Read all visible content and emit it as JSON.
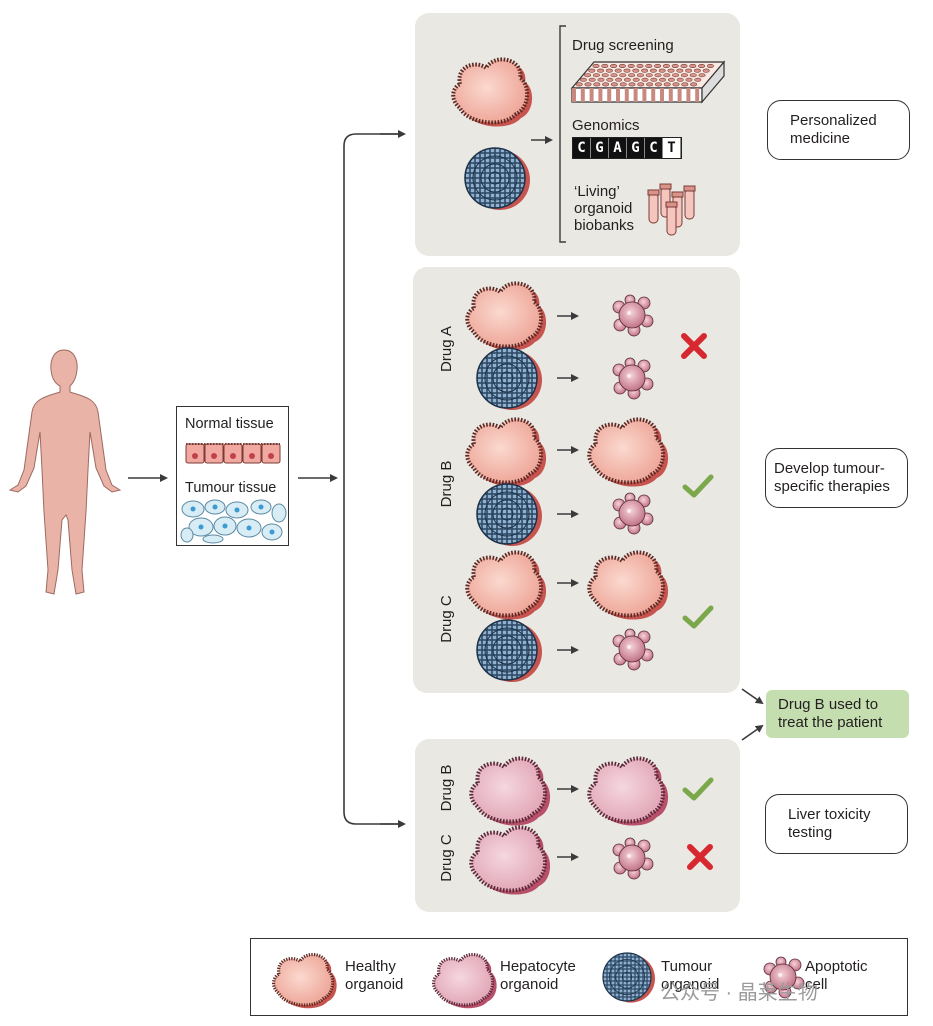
{
  "tissue": {
    "normal": "Normal tissue",
    "tumour": "Tumour tissue"
  },
  "top_panel": {
    "drug_screening": "Drug screening",
    "genomics": "Genomics",
    "sequence": [
      "C",
      "G",
      "A",
      "G",
      "C",
      "T"
    ],
    "biobank_lines": [
      "‘Living’",
      "organoid",
      "biobanks"
    ]
  },
  "outcomes": {
    "personalized": [
      "Personalized",
      "medicine"
    ],
    "tumour_specific": [
      "Develop tumour-",
      "specific therapies"
    ],
    "drug_b_used": [
      "Drug B used to",
      "treat the patient"
    ],
    "liver_toxicity": [
      "Liver toxicity",
      "testing"
    ]
  },
  "middle_panel": {
    "drug_a": "Drug A",
    "drug_b": "Drug B",
    "drug_c": "Drug C"
  },
  "bottom_panel": {
    "drug_b": "Drug B",
    "drug_c": "Drug C"
  },
  "legend": {
    "healthy": [
      "Healthy",
      "organoid"
    ],
    "hepatocyte": [
      "Hepatocyte",
      "organoid"
    ],
    "tumour": [
      "Tumour",
      "organoid"
    ],
    "apoptotic": [
      "Apoptotic",
      "cell"
    ]
  },
  "watermark": "公众号 · 晶莱生物",
  "colors": {
    "panel": "#e9e8e3",
    "highlight": "#c5deb0",
    "cross": "#d7282f",
    "check": "#7aa84a",
    "healthy_fill": "#f1b3a6",
    "hepatocyte_fill": "#e9b6c3",
    "tumour_fill": "#3e5c7a"
  }
}
